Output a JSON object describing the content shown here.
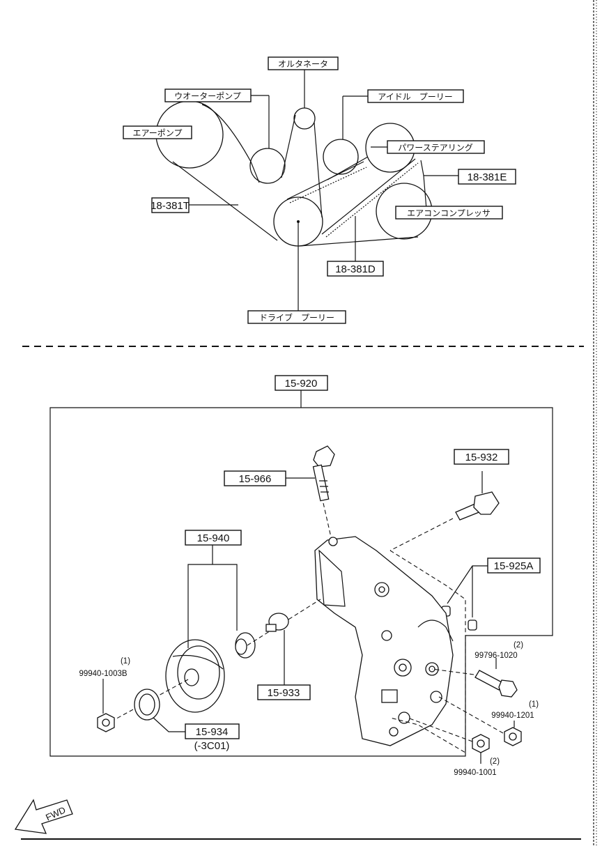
{
  "belt_diagram": {
    "pulley_labels": {
      "alternator": "オルタネータ",
      "water_pump": "ウオーターポンプ",
      "idle_pulley": "アイドル　プーリー",
      "air_pump": "エアーポンプ",
      "power_steering": "パワーステアリング",
      "ac_compressor": "エアコンコンプレッサ",
      "drive_pulley": "ドライブ　プーリー"
    },
    "belt_part_numbers": {
      "belt_e": "18-381E",
      "belt_t": "18-381T",
      "belt_d": "18-381D"
    }
  },
  "bracket_assembly": {
    "assembly_number": "15-920",
    "parts": {
      "bolt_long": "15-966",
      "bolt_adjust": "15-932",
      "idler_pulley_set": "15-940",
      "dowel_pins": "15-925A",
      "shaft": "15-933",
      "washer": "15-934",
      "washer_note": "(-3C01)"
    },
    "hardware": {
      "nut_left": {
        "number": "99940-1003B",
        "qty": "(1)"
      },
      "bolt_right": {
        "number": "99796-1020",
        "qty": "(2)"
      },
      "nut_right": {
        "number": "99940-1201",
        "qty": "(1)"
      },
      "nut_bottom": {
        "number": "99940-1001",
        "qty": "(2)"
      }
    }
  },
  "fwd_arrow_label": "FWD"
}
